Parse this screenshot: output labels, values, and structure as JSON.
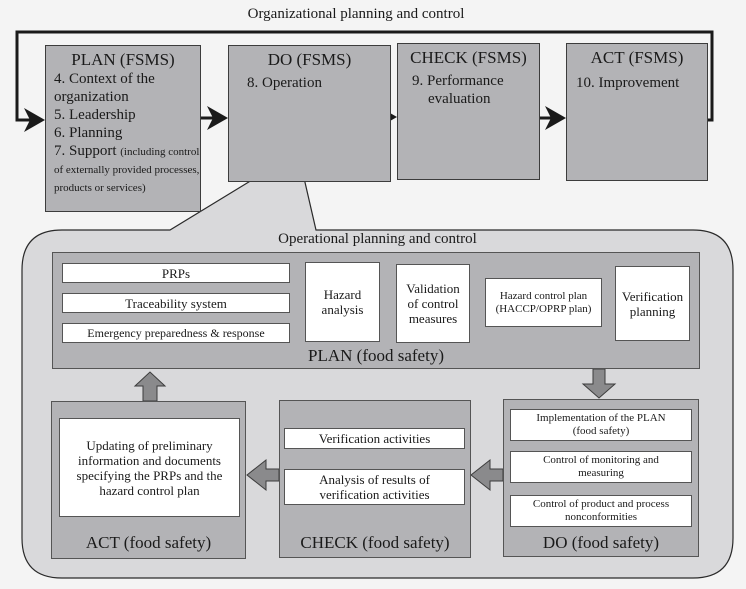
{
  "title": "Organizational planning and control",
  "fsms": {
    "plan": {
      "title": "PLAN (FSMS)",
      "items": [
        "4. Context of the",
        "organization",
        "5. Leadership",
        "6. Planning",
        "7. Support"
      ],
      "support_note": "(including control of externally provided processes, products or services)"
    },
    "do": {
      "title": "DO (FSMS)",
      "items": [
        "8. Operation"
      ]
    },
    "check": {
      "title": "CHECK (FSMS)",
      "items": [
        "9. Performance",
        "evaluation"
      ]
    },
    "act": {
      "title": "ACT (FSMS)",
      "items": [
        "10. Improvement"
      ]
    }
  },
  "operational": {
    "title": "Operational planning and control",
    "plan": {
      "label": "PLAN (food safety)",
      "inputs": [
        "PRPs",
        "Traceability system",
        "Emergency preparedness & response"
      ],
      "steps": [
        "Hazard analysis",
        "Validation of control measures",
        "Hazard control plan (HACCP/OPRP plan)",
        "Verification planning"
      ]
    },
    "do": {
      "label": "DO (food safety)",
      "items": [
        "Implementation of the PLAN (food safety)",
        "Control of monitoring and measuring",
        "Control of product and process nonconformities"
      ]
    },
    "check": {
      "label": "CHECK (food safety)",
      "items": [
        "Verification activities",
        "Analysis of results of verification activities"
      ]
    },
    "act": {
      "label": "ACT (food safety)",
      "items": [
        "Updating of preliminary information and documents specifying the PRPs and the hazard control plan"
      ]
    }
  },
  "colors": {
    "background": "#f4f4f4",
    "box_fill": "#b3b3b6",
    "region_fill": "#d9d9db",
    "arrow_fill": "#8a8a8c",
    "line": "#1a1a1a"
  }
}
